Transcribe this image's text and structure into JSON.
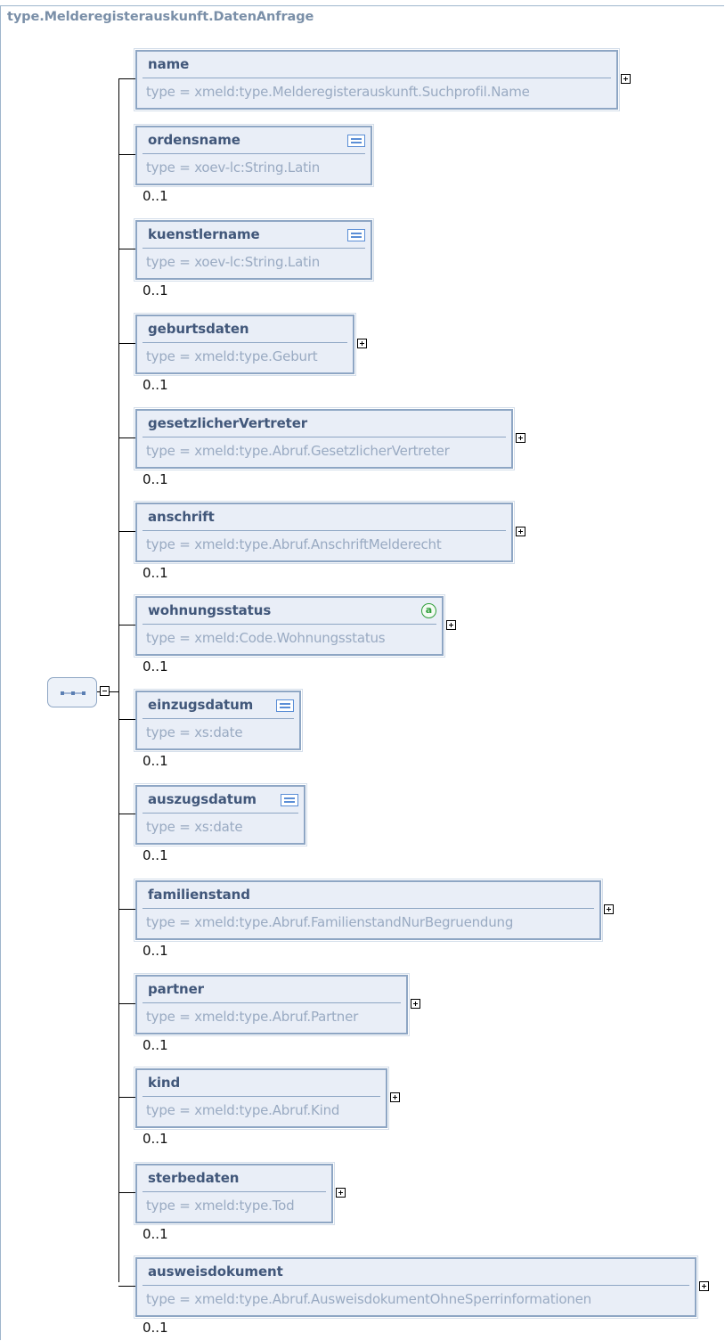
{
  "title": "type.Melderegisterauskunft.DatenAnfrage",
  "elements": [
    {
      "name": "name",
      "type": "type = xmeld:type.Melderegisterauskunft.Suchprofil.Name",
      "cardinality": "",
      "icon": "expand",
      "doc_icon": false,
      "attr_icon": false
    },
    {
      "name": "ordensname",
      "type": "type = xoev-lc:String.Latin",
      "cardinality": "0..1",
      "icon": "none",
      "doc_icon": true,
      "attr_icon": false
    },
    {
      "name": "kuenstlername",
      "type": "type = xoev-lc:String.Latin",
      "cardinality": "0..1",
      "icon": "none",
      "doc_icon": true,
      "attr_icon": false
    },
    {
      "name": "geburtsdaten",
      "type": "type = xmeld:type.Geburt",
      "cardinality": "0..1",
      "icon": "expand",
      "doc_icon": false,
      "attr_icon": false
    },
    {
      "name": "gesetzlicherVertreter",
      "type": "type = xmeld:type.Abruf.GesetzlicherVertreter",
      "cardinality": "0..1",
      "icon": "expand",
      "doc_icon": false,
      "attr_icon": false
    },
    {
      "name": "anschrift",
      "type": "type = xmeld:type.Abruf.AnschriftMelderecht",
      "cardinality": "0..1",
      "icon": "expand",
      "doc_icon": false,
      "attr_icon": false
    },
    {
      "name": "wohnungsstatus",
      "type": "type = xmeld:Code.Wohnungsstatus",
      "cardinality": "0..1",
      "icon": "expand",
      "doc_icon": false,
      "attr_icon": true
    },
    {
      "name": "einzugsdatum",
      "type": "type = xs:date",
      "cardinality": "0..1",
      "icon": "none",
      "doc_icon": true,
      "attr_icon": false
    },
    {
      "name": "auszugsdatum",
      "type": "type = xs:date",
      "cardinality": "0..1",
      "icon": "none",
      "doc_icon": true,
      "attr_icon": false
    },
    {
      "name": "familienstand",
      "type": "type = xmeld:type.Abruf.FamilienstandNurBegruendung",
      "cardinality": "0..1",
      "icon": "expand",
      "doc_icon": false,
      "attr_icon": false
    },
    {
      "name": "partner",
      "type": "type = xmeld:type.Abruf.Partner",
      "cardinality": "0..1",
      "icon": "expand",
      "doc_icon": false,
      "attr_icon": false
    },
    {
      "name": "kind",
      "type": "type = xmeld:type.Abruf.Kind",
      "cardinality": "0..1",
      "icon": "expand",
      "doc_icon": false,
      "attr_icon": false
    },
    {
      "name": "sterbedaten",
      "type": "type = xmeld:type.Tod",
      "cardinality": "0..1",
      "icon": "expand",
      "doc_icon": false,
      "attr_icon": false
    },
    {
      "name": "ausweisdokument",
      "type": "type = xmeld:type.Abruf.AusweisdokumentOhneSperrinformationen",
      "cardinality": "0..1",
      "icon": "expand",
      "doc_icon": false,
      "attr_icon": false
    }
  ],
  "compositor": {
    "kind": "sequence",
    "expanded": true
  },
  "colors": {
    "border": "#8ea6c4",
    "fill": "#e9eef7",
    "name_text": "#41577a",
    "type_text": "#99aac2",
    "doc_icon": "#5b8ed6",
    "attr_icon": "#2f9e3a"
  }
}
